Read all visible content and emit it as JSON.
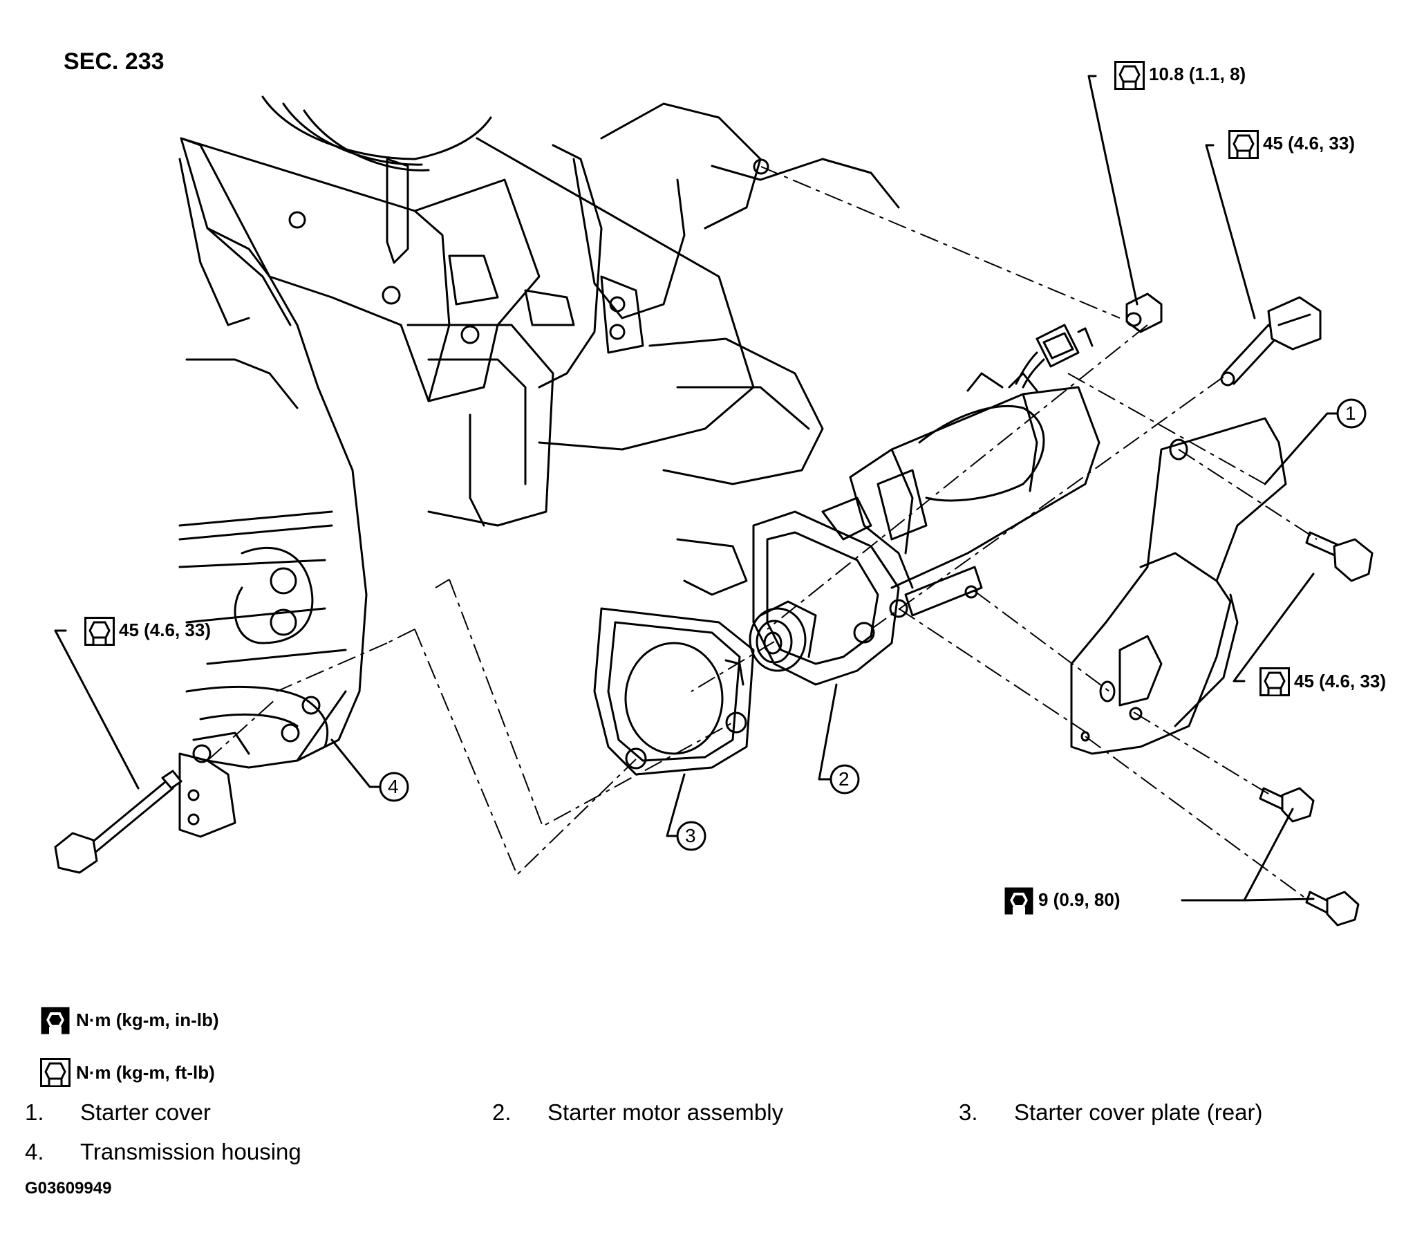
{
  "section_label": "SEC. 233",
  "torques": {
    "t_nut_top": "10.8 (1.1, 8)",
    "t_bolt_top": "45 (4.6, 33)",
    "t_bolt_left": "45 (4.6, 33)",
    "t_bolt_right": "45 (4.6, 33)",
    "t_cover_bolts": "9 (0.9, 80)"
  },
  "callouts": {
    "c1": "1",
    "c2": "2",
    "c3": "3",
    "c4": "4"
  },
  "legend": {
    "inlb": "N·m (kg-m, in-lb)",
    "ftlb": "N·m (kg-m, ft-lb)"
  },
  "parts": [
    {
      "num": "1.",
      "name": "Starter cover"
    },
    {
      "num": "2.",
      "name": "Starter motor assembly"
    },
    {
      "num": "3.",
      "name": "Starter cover plate (rear)"
    },
    {
      "num": "4.",
      "name": "Transmission housing"
    }
  ],
  "figure_code": "G03609949",
  "icons": [
    "torque-wrench-ft-lb-icon",
    "torque-wrench-in-lb-icon"
  ]
}
